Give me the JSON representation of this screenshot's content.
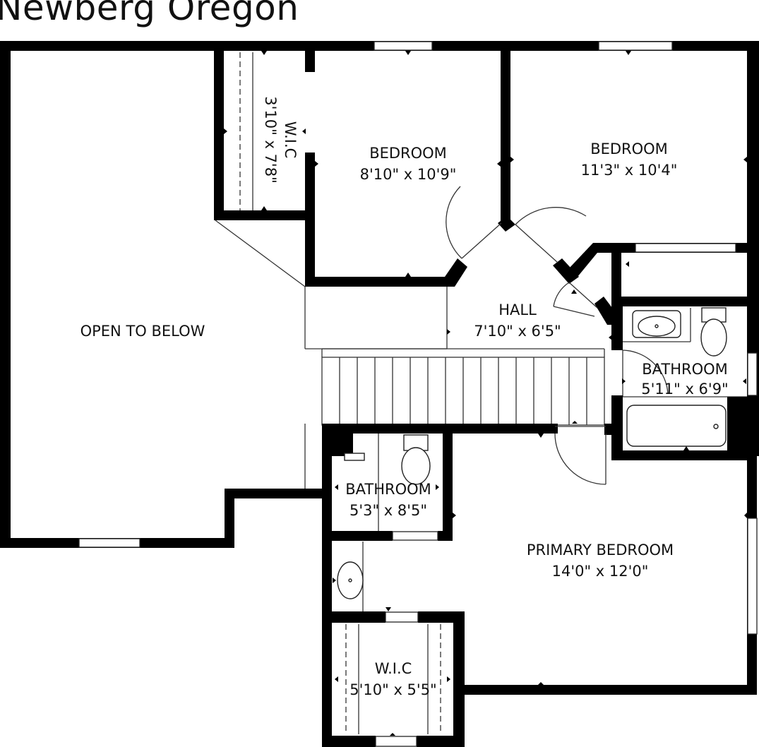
{
  "title": "Newberg Oregon",
  "rooms": [
    {
      "name": "OPEN TO BELOW",
      "dims": ""
    },
    {
      "name": "W.I.C",
      "dims": "3'10\" x 7'8\""
    },
    {
      "name": "BEDROOM",
      "dims": "8'10\" x 10'9\""
    },
    {
      "name": "BEDROOM",
      "dims": "11'3\" x 10'4\""
    },
    {
      "name": "HALL",
      "dims": "7'10\" x 6'5\""
    },
    {
      "name": "BATHROOM",
      "dims": "5'11\" x 6'9\""
    },
    {
      "name": "BATHROOM",
      "dims": "5'3\" x 8'5\""
    },
    {
      "name": "PRIMARY BEDROOM",
      "dims": "14'0\" x 12'0\""
    },
    {
      "name": "W.I.C",
      "dims": "5'10\" x 5'5\""
    }
  ]
}
